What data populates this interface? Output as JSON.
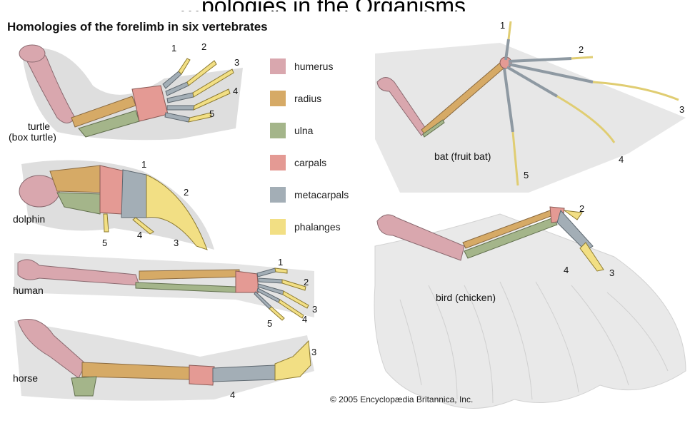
{
  "heading_fragment": "…pologies in the Organisms",
  "title": "Homologies of the forelimb in six vertebrates",
  "legend": [
    {
      "label": "humerus",
      "color": "#d9a7ae"
    },
    {
      "label": "radius",
      "color": "#d6aa66"
    },
    {
      "label": "ulna",
      "color": "#a4b58a"
    },
    {
      "label": "carpals",
      "color": "#e49a94"
    },
    {
      "label": "metacarpals",
      "color": "#a3aeb6"
    },
    {
      "label": "phalanges",
      "color": "#f2df84"
    }
  ],
  "colors": {
    "bone_shadow": "#d8d8d8",
    "wing": "#e7e7e7",
    "feather_edge": "#cfcfcf"
  },
  "animals": {
    "turtle": {
      "name": "turtle",
      "sub": "(box turtle)",
      "digits": [
        "1",
        "2",
        "3",
        "4",
        "5"
      ]
    },
    "dolphin": {
      "name": "dolphin",
      "digits": [
        "1",
        "2",
        "3",
        "4",
        "5"
      ]
    },
    "human": {
      "name": "human",
      "digits": [
        "1",
        "2",
        "3",
        "4",
        "5"
      ]
    },
    "horse": {
      "name": "horse",
      "digits": [
        "3",
        "4"
      ]
    },
    "bat": {
      "name": "bat (fruit bat)",
      "digits": [
        "1",
        "2",
        "3",
        "4",
        "5"
      ]
    },
    "bird": {
      "name": "bird (chicken)",
      "digits": [
        "2",
        "3",
        "4"
      ]
    }
  },
  "copyright": "© 2005 Encyclopædia Britannica, Inc."
}
